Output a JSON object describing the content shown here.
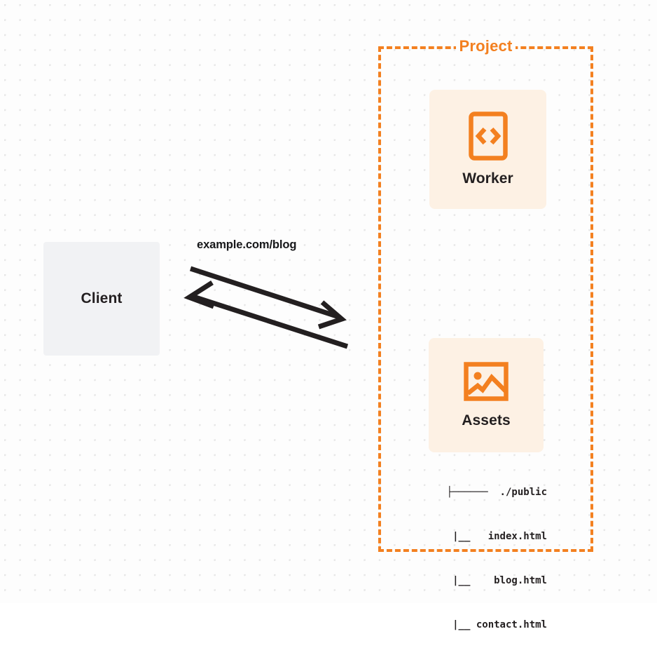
{
  "diagram": {
    "type": "architecture-flow",
    "background": {
      "color": "#fdfdfd",
      "dot_color": "#e6e6e6",
      "pattern": "dot-grid"
    },
    "colors": {
      "accent_orange": "#f38020",
      "card_fill": "#fdf1e4",
      "client_fill": "#f1f2f4",
      "text_dark": "#231f20"
    }
  },
  "client": {
    "label": "Client",
    "icon_name": "client-box"
  },
  "connector": {
    "label": "example.com/blog",
    "request_direction": "client-to-project",
    "response_direction": "project-to-client",
    "stroke_color": "#231f20"
  },
  "project": {
    "title": "Project",
    "border_style": "dashed",
    "border_color": "#f38020",
    "nodes": [
      {
        "id": "worker",
        "label": "Worker",
        "icon_name": "code-brackets-icon"
      },
      {
        "id": "assets",
        "label": "Assets",
        "icon_name": "image-icon"
      }
    ]
  },
  "file_tree": {
    "rows": [
      "├──────  ./public",
      "       |__   index.html",
      "       |__    blog.html",
      "       |__ contact.html"
    ]
  }
}
